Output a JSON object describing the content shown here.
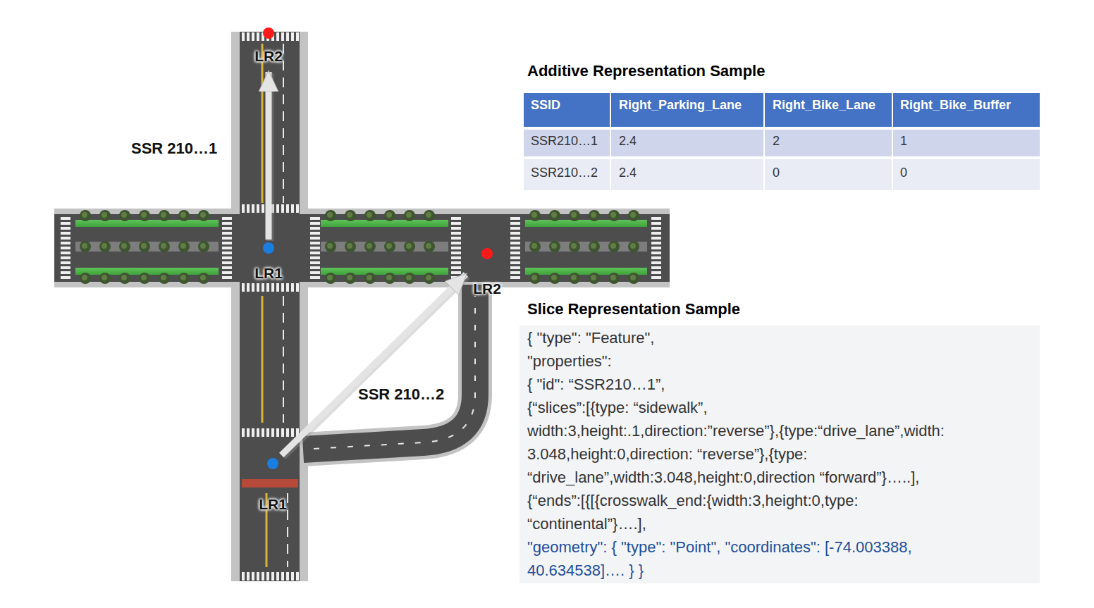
{
  "diagram": {
    "nodes": [
      {
        "text": [
          "LR2"
        ]
      },
      {
        "text": [
          "LR1"
        ]
      },
      {
        "text": [
          "LR2"
        ]
      },
      {
        "text": [
          "LR1"
        ]
      }
    ],
    "edges": [
      {
        "from": 1,
        "to": 0,
        "arrow": "to",
        "label": "SSR 210…1"
      },
      {
        "from": 3,
        "to": 2,
        "arrow": "to",
        "label": "SSR 210…2"
      }
    ],
    "labels": [
      "Additive Representation Sample",
      "SSID",
      "Right_Parking_Lane",
      "Right_Bike_Lane",
      "Right_Bike_Buffer",
      "SSR210…1",
      "2.4",
      "2",
      "1",
      "SSR210…2",
      "2.4",
      "0",
      "0",
      "Slice Representation Sample",
      "{ \"type\": \"Feature\",",
      "\"properties\":",
      "{ \"id\": “SSR210…1”,",
      "{“slices”:[{type: “sidewalk”,",
      "width:3,height:.1,direction:”reverse”},{type:“drive_lane”,width:",
      "3.048,height:0,direction: “reverse”},{type:",
      "“drive_lane”,width:3.048,height:0,direction “forward”}…..],",
      "{“ends”:[{[{crosswalk_end:{width:3,height:0,type:",
      "“continental”}….],",
      "\"geometry\": { \"type\": \"Point\", \"coordinates\": [-74.003388,",
      "40.634538]…. } }"
    ]
  }
}
